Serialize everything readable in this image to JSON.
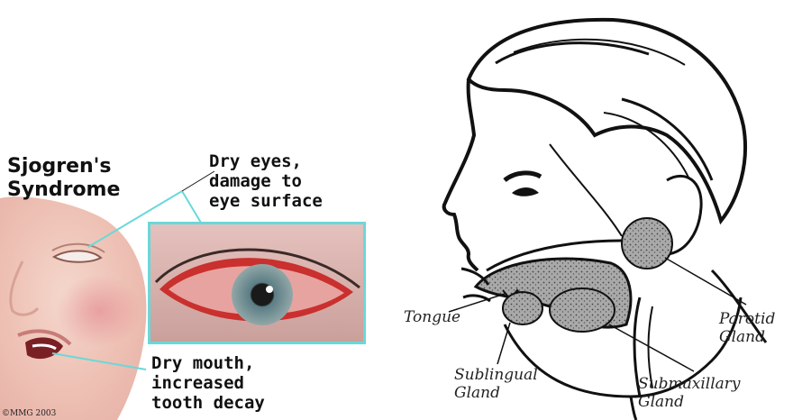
{
  "left_figure": {
    "title_line1": "Sjogren's",
    "title_line2": "Syndrome",
    "callout_eyes": [
      "Dry eyes,",
      "damage to",
      "eye surface"
    ],
    "callout_mouth": [
      "Dry mouth,",
      "increased",
      "tooth decay"
    ],
    "copyright": "©MMG 2003",
    "accent_color": "#6ad8d8"
  },
  "right_figure": {
    "labels": {
      "tongue": "Tongue",
      "sublingual": [
        "Sublingual",
        "Gland"
      ],
      "submaxillary": [
        "Submaxillary",
        "Gland"
      ],
      "parotid": [
        "Parotid",
        "Gland"
      ]
    }
  }
}
